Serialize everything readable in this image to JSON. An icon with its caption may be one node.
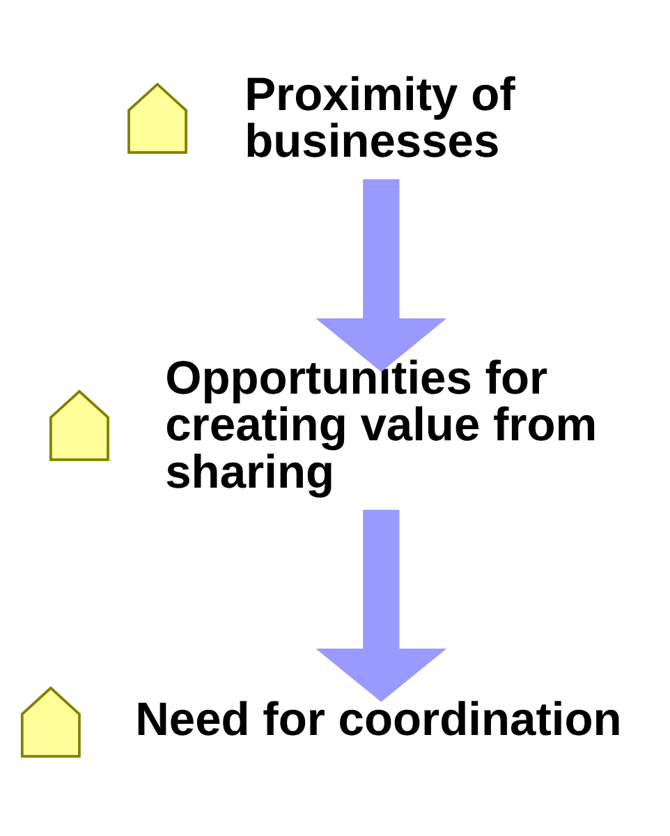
{
  "diagram": {
    "nodes": [
      {
        "text": [],
        "shape": "arrow"
      },
      {
        "text": [
          "Proximity of businesses"
        ]
      },
      {
        "text": [],
        "shape": "arrow"
      },
      {
        "text": [
          "Opportunities for creating value from sharing"
        ]
      },
      {
        "text": [],
        "shape": "arrow"
      },
      {
        "text": [
          "Need for coordination"
        ]
      }
    ],
    "edges": [
      {
        "from": 1,
        "to": 3,
        "arrow": "to"
      },
      {
        "from": 3,
        "to": 5,
        "arrow": "to"
      }
    ]
  }
}
